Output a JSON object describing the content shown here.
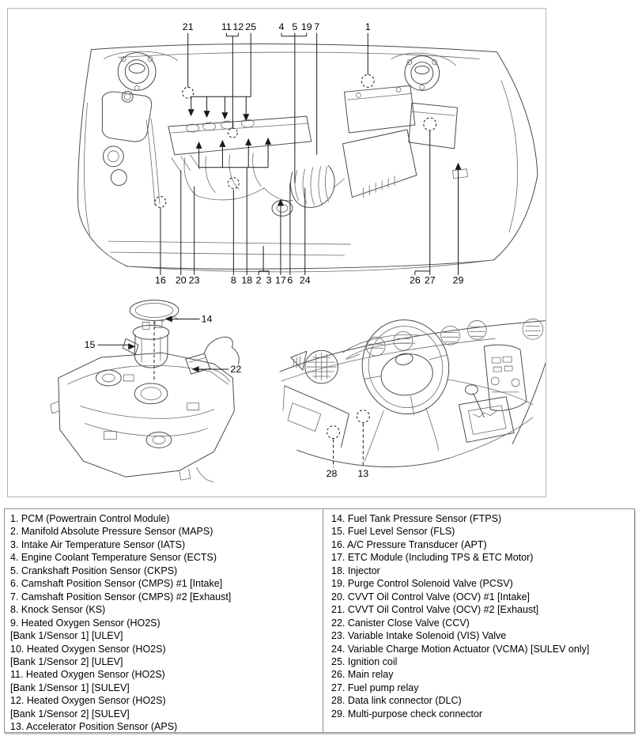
{
  "colors": {
    "drawing_line": "#4a4a4a",
    "callout_line": "#1a1a1a",
    "figure_border": "#b4b4b4",
    "table_border": "#8e8e8e",
    "text": "#000000",
    "background": "#ffffff"
  },
  "figure": {
    "engine_view": {
      "top_callouts": [
        "21",
        "11",
        "12",
        "25",
        "4",
        "5",
        "19",
        "7",
        "1"
      ],
      "bottom_callouts": [
        "16",
        "20",
        "23",
        "8",
        "18",
        "2",
        "3",
        "17",
        "6",
        "24",
        "26",
        "27",
        "29"
      ]
    },
    "fuel_tank_view": {
      "callouts": [
        "14",
        "15",
        "22"
      ]
    },
    "dashboard_view": {
      "callouts": [
        "28",
        "13"
      ]
    }
  },
  "legend": {
    "left_column": [
      "1. PCM (Powertrain Control Module)",
      "2. Manifold Absolute Pressure Sensor (MAPS)",
      "3. Intake Air Temperature Sensor (IATS)",
      "4. Engine Coolant Temperature Sensor (ECTS)",
      "5. Crankshaft Position Sensor (CKPS)",
      "6. Camshaft Position Sensor (CMPS) #1 [Intake]",
      "7. Camshaft Position Sensor (CMPS) #2 [Exhaust]",
      "8. Knock Sensor (KS)",
      "9. Heated Oxygen Sensor (HO2S)",
      "[Bank 1/Sensor 1] [ULEV]",
      "10. Heated Oxygen Sensor (HO2S)",
      "[Bank 1/Sensor 2] [ULEV]",
      "11. Heated Oxygen Sensor (HO2S)",
      "[Bank 1/Sensor 1] [SULEV]",
      "12. Heated Oxygen Sensor (HO2S)",
      "[Bank 1/Sensor 2] [SULEV]",
      "13. Accelerator Position Sensor (APS)"
    ],
    "right_column": [
      "14. Fuel Tank Pressure Sensor (FTPS)",
      "15. Fuel Level Sensor (FLS)",
      "16. A/C Pressure Transducer (APT)",
      "17. ETC Module (Including TPS & ETC Motor)",
      "18. Injector",
      "19. Purge Control Solenoid Valve (PCSV)",
      "20. CVVT Oil Control Valve (OCV) #1 [Intake]",
      "21. CVVT Oil Control Valve (OCV) #2 [Exhaust]",
      "22. Canister Close Valve (CCV)",
      "23. Variable Intake Solenoid (VIS) Valve",
      "24. Variable Charge Motion Actuator (VCMA) [SULEV only]",
      "25. Ignition coil",
      "26. Main relay",
      "27. Fuel pump relay",
      "28. Data link connector (DLC)",
      "29. Multi-purpose check connector"
    ]
  }
}
